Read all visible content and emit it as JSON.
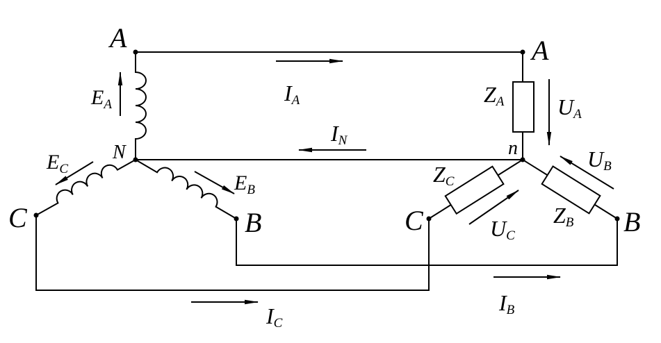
{
  "diagram": {
    "nodes": {
      "source_a": "A",
      "load_a": "A",
      "source_neutral": "N",
      "load_neutral": "n",
      "source_c": "C",
      "source_b": "B",
      "load_c": "C",
      "load_b": "B"
    },
    "emf": {
      "a": {
        "symbol": "E",
        "sub": "A"
      },
      "b": {
        "symbol": "E",
        "sub": "B"
      },
      "c": {
        "symbol": "E",
        "sub": "C"
      }
    },
    "currents": {
      "a": {
        "symbol": "I",
        "sub": "A"
      },
      "b": {
        "symbol": "I",
        "sub": "B"
      },
      "c": {
        "symbol": "I",
        "sub": "C"
      },
      "n": {
        "symbol": "I",
        "sub": "N"
      }
    },
    "impedances": {
      "a": {
        "symbol": "Z",
        "sub": "A"
      },
      "b": {
        "symbol": "Z",
        "sub": "B"
      },
      "c": {
        "symbol": "Z",
        "sub": "C"
      }
    },
    "voltages": {
      "a": {
        "symbol": "U",
        "sub": "A"
      },
      "b": {
        "symbol": "U",
        "sub": "B"
      },
      "c": {
        "symbol": "U",
        "sub": "C"
      }
    }
  }
}
